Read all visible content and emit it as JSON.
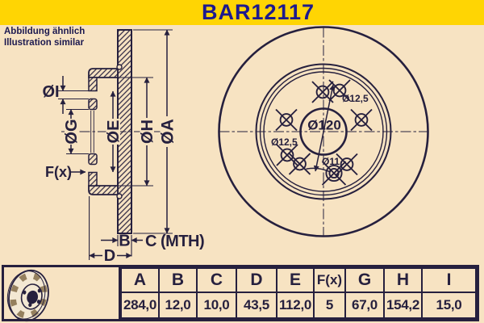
{
  "header": {
    "part_number": "BAR12117",
    "note_line1": "Abbildung ähnlich",
    "note_line2": "Illustration similar"
  },
  "cross_section": {
    "labels": {
      "dia_i": "ØI",
      "dia_g": "ØG",
      "dia_e": "ØE",
      "dia_h": "ØH",
      "dia_a": "ØA",
      "f": "F(x)",
      "b": "B",
      "c_mth": "C (MTH)",
      "d": "D"
    }
  },
  "front_view": {
    "labels": {
      "hole_top": "Ø12,5",
      "hole_left": "Ø12,5",
      "bolt_circle": "Ø120",
      "locating_hole": "Ø11"
    }
  },
  "spec_table": {
    "headers": [
      "A",
      "B",
      "C",
      "D",
      "E",
      "F(x)",
      "G",
      "H",
      "I"
    ],
    "values": [
      "284,0",
      "12,0",
      "10,0",
      "43,5",
      "112,0",
      "5",
      "67,0",
      "154,2",
      "15,0"
    ]
  },
  "colors": {
    "banner_yellow": "#FFD503",
    "background_cream": "#F7E3C2",
    "title_navy": "#1D1A8E",
    "ink": "#26203E",
    "logo_tan": "#95805E"
  }
}
